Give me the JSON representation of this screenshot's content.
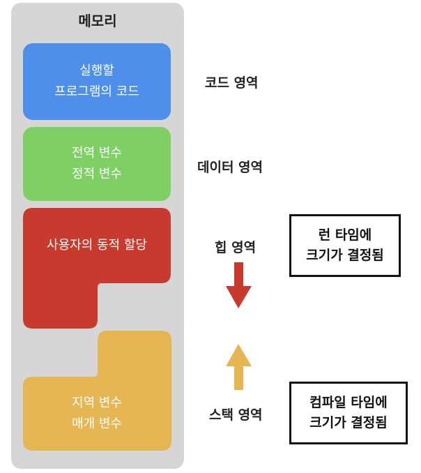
{
  "memory": {
    "title": "메모리"
  },
  "segments": {
    "code": {
      "line1": "실행할",
      "line2": "프로그램의 코드",
      "color": "#4f8fec"
    },
    "data": {
      "line1": "전역 변수",
      "line2": "정적 변수",
      "color": "#7ed064"
    },
    "heap": {
      "label": "사용자의 동적 할당",
      "color": "#c8392e"
    },
    "stack": {
      "line1": "지역 변수",
      "line2": "매개 변수",
      "color": "#e6b652"
    }
  },
  "labels": {
    "code": "코드 영역",
    "data": "데이터 영역",
    "heap": "힙 영역",
    "stack": "스택 영역"
  },
  "notes": {
    "runtime": {
      "line1": "런 타임에",
      "line2": "크기가 결정됨"
    },
    "compile": {
      "line1": "컴파일 타임에",
      "line2": "크기가 결정됨"
    }
  },
  "arrows": {
    "heap_arrow": {
      "direction": "down",
      "color": "#c8392e"
    },
    "stack_arrow": {
      "direction": "up",
      "color": "#e6b652"
    }
  }
}
